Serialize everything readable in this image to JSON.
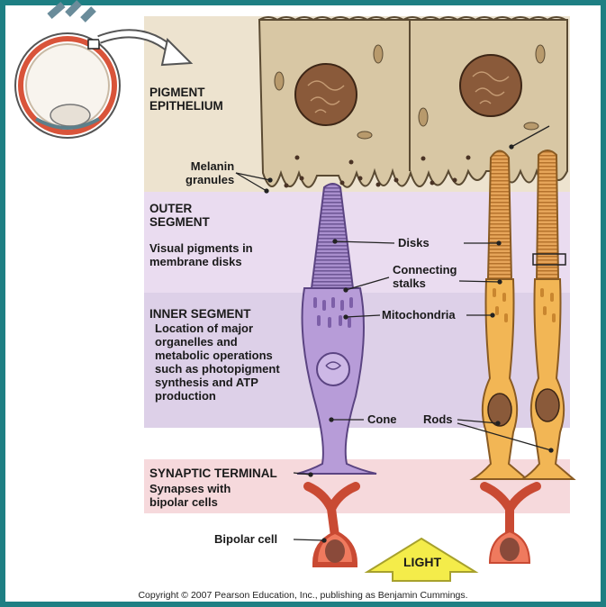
{
  "regions": {
    "pigment": {
      "title": "PIGMENT\nEPITHELIUM",
      "color": "#ede3cf"
    },
    "outer": {
      "title": "OUTER\nSEGMENT",
      "desc": "Visual pigments in\nmembrane disks",
      "color": "#eadcf0"
    },
    "inner": {
      "title": "INNER SEGMENT",
      "desc": "Location of major\norganelles and\nmetabolic operations\nsuch as photopigment\nsynthesis and ATP\nproduction",
      "color": "#ddd0e8"
    },
    "synaptic": {
      "title": "SYNAPTIC TERMINAL",
      "desc": "Synapses with\nbipolar cells",
      "color": "#f6d9dc"
    }
  },
  "labels": {
    "melanin": "Melanin\ngranules",
    "disks": "Disks",
    "connecting": "Connecting\nstalks",
    "mitochondria": "Mitochondria",
    "cone": "Cone",
    "rods": "Rods",
    "bipolar": "Bipolar cell",
    "light": "LIGHT"
  },
  "colors": {
    "frame": "#1e7f83",
    "cone": "#b79cd8",
    "rod": "#f2b655",
    "bipolar": "#ef7a5e",
    "epithelium_cell": "#d8c7a4",
    "nucleus": "#8a5a3a",
    "light_arrow": "#f4ec4a"
  },
  "copyright": "Copyright © 2007 Pearson Education, Inc., publishing as Benjamin Cummings."
}
